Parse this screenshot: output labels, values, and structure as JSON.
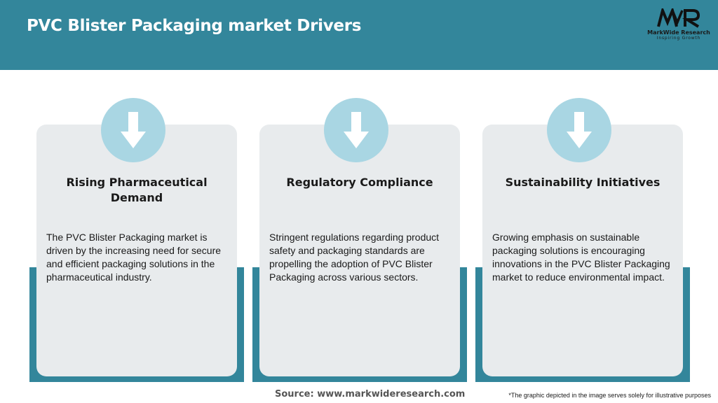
{
  "header": {
    "title": "PVC Blister Packaging market Drivers",
    "logo": {
      "mark": "MWR",
      "name": "MarkWide Research",
      "tagline": "Inspiring Growth"
    }
  },
  "cards": [
    {
      "icon": "down-arrow-icon",
      "title": "Rising Pharmaceutical Demand",
      "body": "The PVC Blister Packaging market is driven by the increasing need for secure and efficient packaging solutions in the pharmaceutical industry."
    },
    {
      "icon": "down-arrow-icon",
      "title": "Regulatory Compliance",
      "body": "Stringent regulations regarding product safety and packaging standards are propelling the adoption of PVC Blister Packaging across various sectors."
    },
    {
      "icon": "down-arrow-icon",
      "title": "Sustainability Initiatives",
      "body": "Growing emphasis on sustainable packaging solutions is encouraging innovations in the PVC Blister Packaging market to reduce environmental impact."
    }
  ],
  "footer": {
    "source": "Source: www.markwideresearch.com",
    "disclaimer": "*The graphic depicted in the image serves solely for illustrative purposes"
  },
  "colors": {
    "header": "#33869b",
    "card": "#e8ebed",
    "icon_circle": "#a9d6e3",
    "accent_bar": "#33869b"
  }
}
